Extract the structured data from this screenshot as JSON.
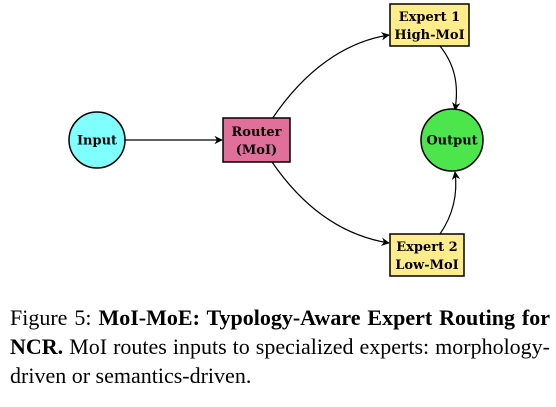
{
  "diagram": {
    "nodes": {
      "input": {
        "label": "Input",
        "fill": "#80ffff"
      },
      "router": {
        "line1": "Router",
        "line2": "(MoI)",
        "fill": "#e0709a"
      },
      "expert1": {
        "line1": "Expert 1",
        "line2": "High-MoI",
        "fill": "#ffec8b"
      },
      "expert2": {
        "line1": "Expert 2",
        "line2": "Low-MoI",
        "fill": "#ffec8b"
      },
      "output": {
        "label": "Output",
        "fill": "#4ce64c"
      }
    },
    "edges": [
      {
        "from": "input",
        "to": "router"
      },
      {
        "from": "router",
        "to": "expert1"
      },
      {
        "from": "router",
        "to": "expert2"
      },
      {
        "from": "expert1",
        "to": "output"
      },
      {
        "from": "expert2",
        "to": "output"
      }
    ]
  },
  "caption": {
    "figure_number": "Figure 5:",
    "title": "MoI-MoE: Typology-Aware Expert Routing for NCR.",
    "body": "MoI routes inputs to specialized experts: morphology-driven or semantics-driven."
  }
}
